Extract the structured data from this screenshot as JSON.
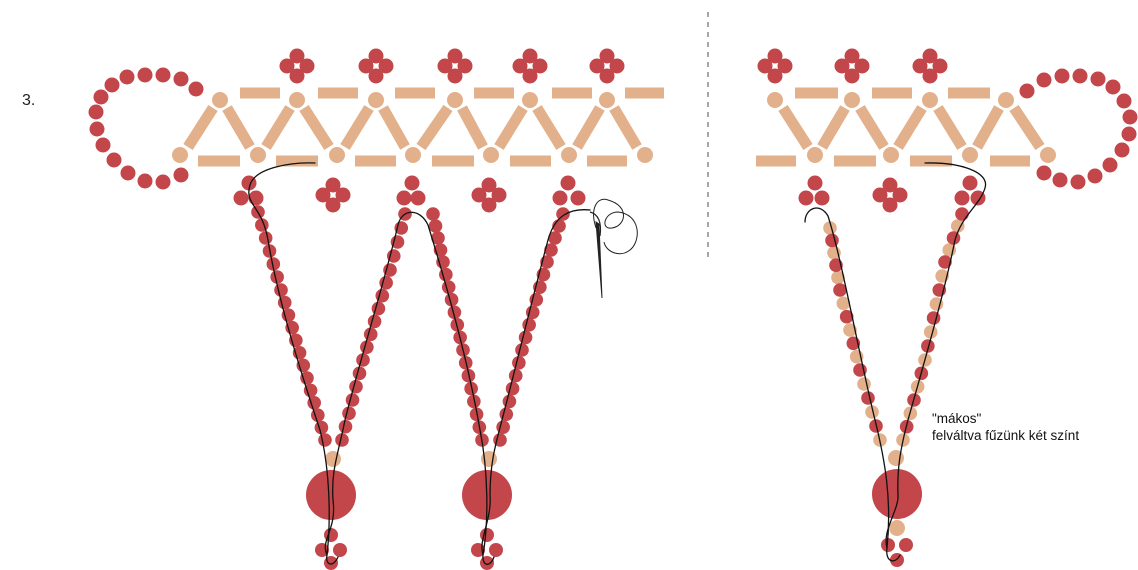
{
  "step_label": "3.",
  "note": {
    "line1": "\"mákos\"",
    "line2": "felváltva fűzünk két színt"
  },
  "colors": {
    "red_bead": "#c2464a",
    "tan_bead": "#e2b08a",
    "thread": "#111111",
    "divider": "#888888",
    "background": "#ffffff"
  },
  "icons": [
    "needle-icon"
  ]
}
